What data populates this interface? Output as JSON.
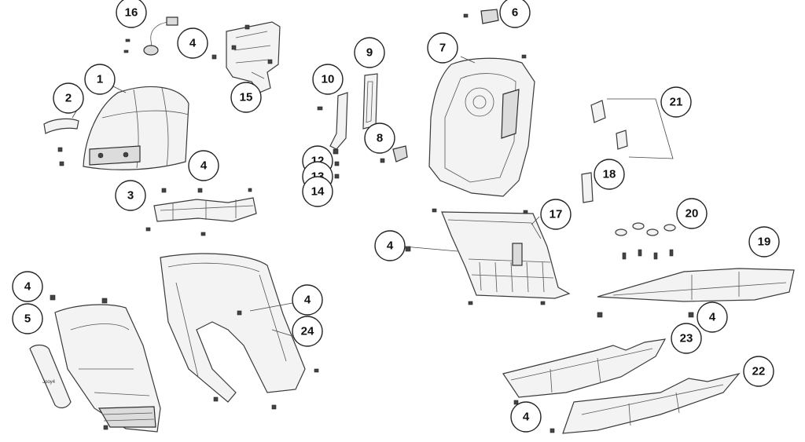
{
  "callouts": [
    {
      "id": "c16a",
      "label": "16"
    },
    {
      "id": "c4a",
      "label": "4"
    },
    {
      "id": "c15",
      "label": "15"
    },
    {
      "id": "c1",
      "label": "1"
    },
    {
      "id": "c2",
      "label": "2"
    },
    {
      "id": "c4b",
      "label": "4"
    },
    {
      "id": "c3",
      "label": "3"
    },
    {
      "id": "c10",
      "label": "10"
    },
    {
      "id": "c12",
      "label": "12"
    },
    {
      "id": "c13",
      "label": "13"
    },
    {
      "id": "c14",
      "label": "14"
    },
    {
      "id": "c9",
      "label": "9"
    },
    {
      "id": "c8",
      "label": "8"
    },
    {
      "id": "c6",
      "label": "6"
    },
    {
      "id": "c7",
      "label": "7"
    },
    {
      "id": "c21",
      "label": "21"
    },
    {
      "id": "c18",
      "label": "18"
    },
    {
      "id": "c17",
      "label": "17"
    },
    {
      "id": "c4c",
      "label": "4"
    },
    {
      "id": "c20",
      "label": "20"
    },
    {
      "id": "c19",
      "label": "19"
    },
    {
      "id": "c4d",
      "label": "4"
    },
    {
      "id": "c5",
      "label": "5"
    },
    {
      "id": "c4e",
      "label": "4"
    },
    {
      "id": "c24",
      "label": "24"
    },
    {
      "id": "c4f",
      "label": "4"
    },
    {
      "id": "c23",
      "label": "23"
    },
    {
      "id": "c22",
      "label": "22"
    },
    {
      "id": "c4g",
      "label": "4"
    }
  ],
  "sticker_text": "Jooy4"
}
